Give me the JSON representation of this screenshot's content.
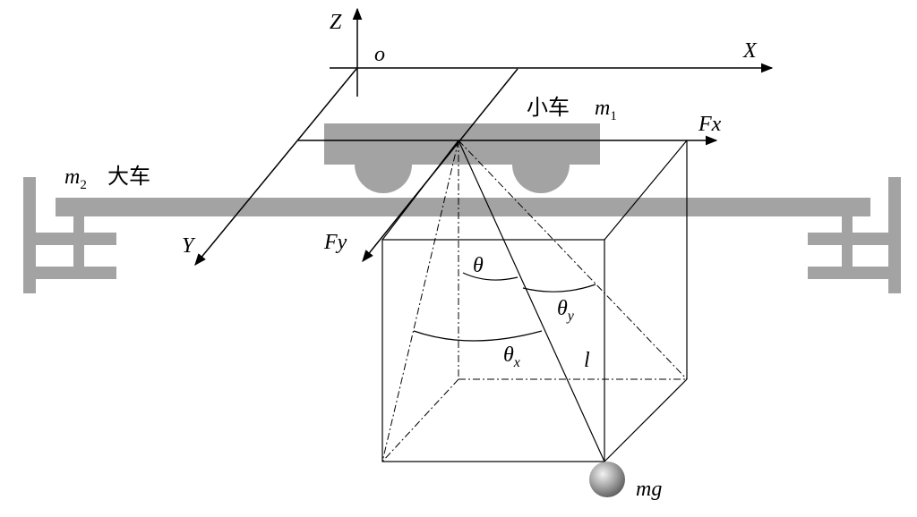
{
  "labels": {
    "z_axis": "Z",
    "origin": "o",
    "x_axis": "X",
    "y_axis": "Y",
    "force_x": "Fx",
    "force_y": "Fy",
    "trolley_text": "小车",
    "trolley_mass": "m",
    "trolley_mass_sub": "1",
    "bridge_mass": "m",
    "bridge_mass_sub": "2",
    "bridge_text": "大车",
    "theta": "θ",
    "theta_y": "θ",
    "theta_y_sub": "y",
    "theta_x": "θ",
    "theta_x_sub": "x",
    "rope_length": "l",
    "load_weight": "mg"
  },
  "colors": {
    "structure": "#a3a3a3",
    "line": "#000000",
    "load_ball": "#8a8a8a"
  }
}
